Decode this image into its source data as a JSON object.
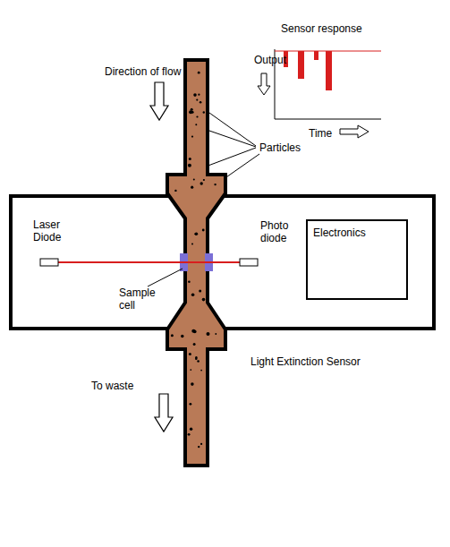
{
  "diagram": {
    "nodes": [
      {
        "text": [
          "Light Extinction Sensor"
        ]
      },
      {
        "text": [
          "Electronics"
        ],
        "in": 0
      }
    ],
    "labels": [
      "Sensor response",
      "Output",
      "Time",
      "Direction of flow",
      "Particles",
      "Laser Diode",
      "Photo diode",
      "Sample cell",
      "To waste"
    ]
  }
}
